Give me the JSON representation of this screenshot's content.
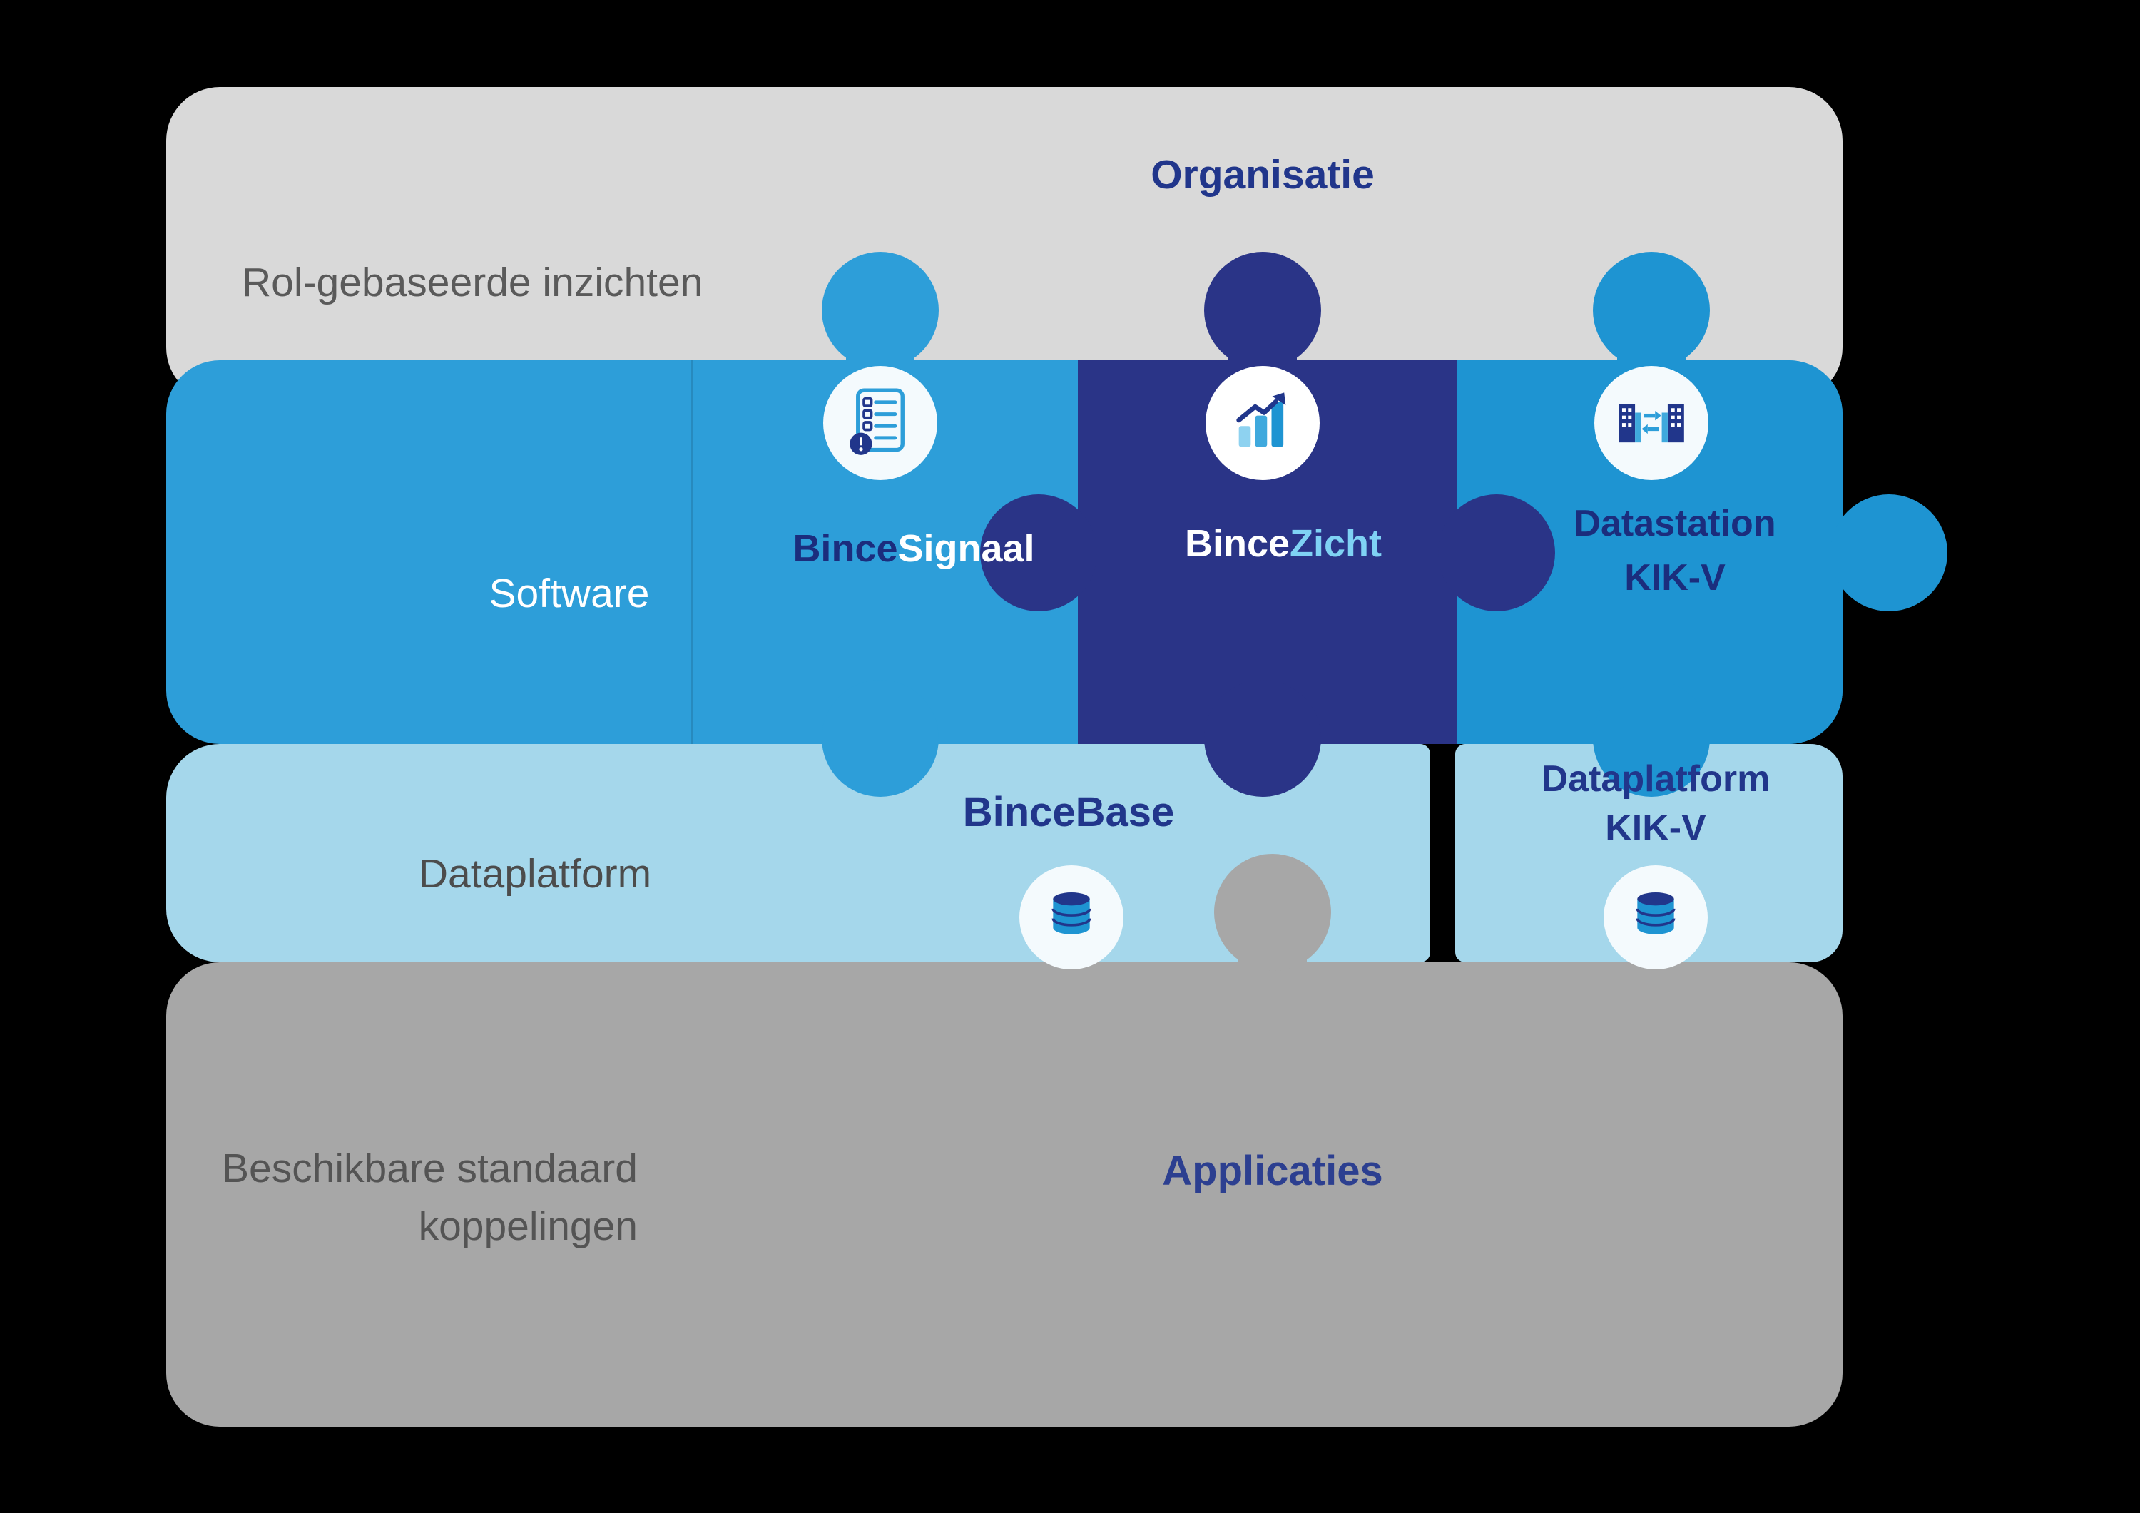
{
  "colors": {
    "background": "#000000",
    "top_panel": "#d9d9d9",
    "bottom_panel": "#a7a7a7",
    "software_band_blue": "#2d9ed9",
    "datastation_blue": "#1e94d2",
    "bincezicht_navy": "#2a3487",
    "dataplatform_light_blue": "#a5d7eb",
    "navy_text": "#21368b",
    "gray_text": "#575757",
    "white_text": "#ffffff",
    "zicht_accent": "#7fd2f4"
  },
  "top_panel": {
    "title": "Organisatie",
    "left_label": "Rol-gebaseerde inzichten"
  },
  "software_band": {
    "label": "Software",
    "pieces": [
      {
        "name": "BinceSignaal",
        "brand": "Bince",
        "product": "Signaal",
        "icon": "checklist-icon"
      },
      {
        "name": "BinceZicht",
        "brand": "Bince",
        "product": "Zicht",
        "icon": "bar-chart-icon"
      },
      {
        "name": "Datastation KIK-V",
        "line1": "Datastation",
        "line2": "KIK-V",
        "icon": "buildings-exchange-icon"
      }
    ]
  },
  "dataplatform_band": {
    "label": "Dataplatform",
    "bincebase_label": "BinceBase",
    "bincebase_icon": "database-icon",
    "kikv_piece": {
      "line1": "Dataplatform",
      "line2": "KIK-V",
      "icon": "database-icon"
    }
  },
  "bottom_panel": {
    "title": "Applicaties",
    "left_label_line1": "Beschikbare standaard",
    "left_label_line2": "koppelingen"
  }
}
